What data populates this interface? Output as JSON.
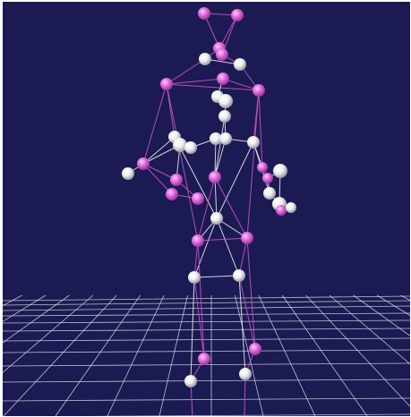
{
  "viewport": {
    "background_color": "#1c1a52",
    "grid_color": "#d9dbe6",
    "link_colors": {
      "pink": "#c455c4",
      "white": "#e8e8f0"
    },
    "marker_colors": {
      "pink": "#e26ae0",
      "white": "#f0f0f0"
    },
    "markers": [
      {
        "id": "head-top-left",
        "color": "pink"
      },
      {
        "id": "head-top-right",
        "color": "pink"
      },
      {
        "id": "head-front-left",
        "color": "pink"
      },
      {
        "id": "head-front-right",
        "color": "pink"
      },
      {
        "id": "neck-left",
        "color": "white"
      },
      {
        "id": "neck-right",
        "color": "white"
      },
      {
        "id": "chest-upper",
        "color": "pink"
      },
      {
        "id": "left-shoulder",
        "color": "pink"
      },
      {
        "id": "right-shoulder",
        "color": "pink"
      },
      {
        "id": "sternum-1",
        "color": "white"
      },
      {
        "id": "sternum-2",
        "color": "white"
      },
      {
        "id": "sternum-3",
        "color": "white"
      },
      {
        "id": "left-elbow-1",
        "color": "white"
      },
      {
        "id": "left-elbow-2",
        "color": "white"
      },
      {
        "id": "left-elbow-3",
        "color": "white"
      },
      {
        "id": "chest-mid-1",
        "color": "white"
      },
      {
        "id": "chest-mid-2",
        "color": "white"
      },
      {
        "id": "right-elbow",
        "color": "white"
      },
      {
        "id": "left-wrist-pink",
        "color": "pink"
      },
      {
        "id": "left-hand",
        "color": "white"
      },
      {
        "id": "left-finger-1",
        "color": "pink"
      },
      {
        "id": "left-finger-2",
        "color": "pink"
      },
      {
        "id": "left-finger-3",
        "color": "pink"
      },
      {
        "id": "abdomen",
        "color": "pink"
      },
      {
        "id": "right-wrist-1",
        "color": "pink"
      },
      {
        "id": "right-wrist-2",
        "color": "pink"
      },
      {
        "id": "right-hand-1",
        "color": "white"
      },
      {
        "id": "right-hand-2",
        "color": "white"
      },
      {
        "id": "right-hand-3",
        "color": "white"
      },
      {
        "id": "right-hand-4",
        "color": "pink"
      },
      {
        "id": "right-hand-5",
        "color": "white"
      },
      {
        "id": "pelvis",
        "color": "white"
      },
      {
        "id": "left-hip",
        "color": "pink"
      },
      {
        "id": "right-hip",
        "color": "pink"
      },
      {
        "id": "left-thigh",
        "color": "white"
      },
      {
        "id": "right-thigh",
        "color": "white"
      },
      {
        "id": "left-knee",
        "color": "pink"
      },
      {
        "id": "right-knee",
        "color": "pink"
      },
      {
        "id": "left-shin",
        "color": "white"
      },
      {
        "id": "right-shin",
        "color": "white"
      }
    ]
  }
}
